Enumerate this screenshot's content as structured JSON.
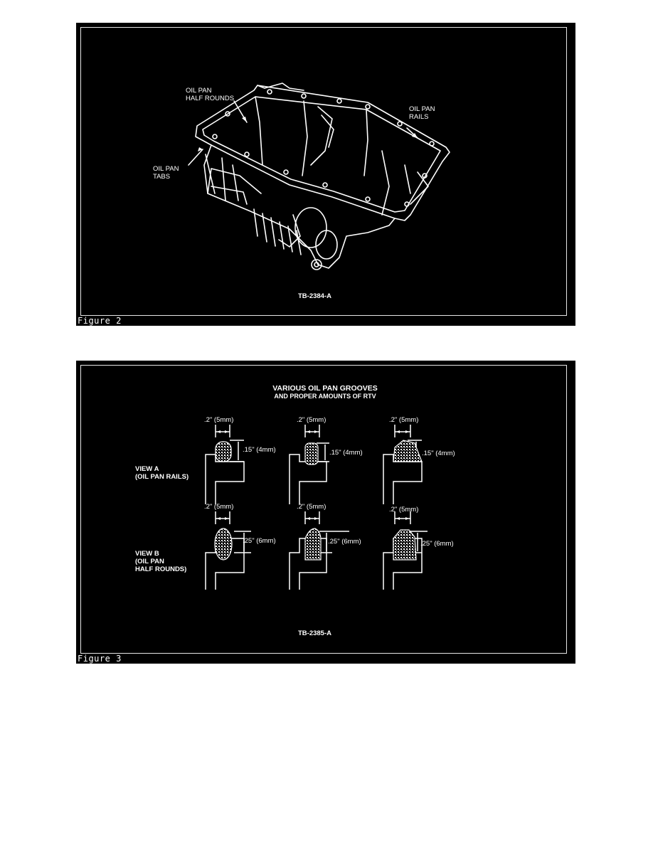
{
  "figure2": {
    "caption": "Figure 2",
    "labels": {
      "half_rounds": "OIL PAN\nHALF ROUNDS",
      "rails": "OIL PAN\nRAILS",
      "tabs": "OIL PAN\nTABS",
      "code": "TB-2384-A"
    }
  },
  "figure3": {
    "caption": "Figure 3",
    "title_line1": "VARIOUS OIL PAN GROOVES",
    "title_line2": "AND PROPER AMOUNTS OF RTV",
    "view_a": "VIEW A\n(OIL PAN RAILS)",
    "view_b": "VIEW B\n(OIL PAN\nHALF ROUNDS)",
    "code": "TB-2385-A",
    "row_a": [
      {
        "width": ".2\" (5mm)",
        "height": ".15\" (4mm)"
      },
      {
        "width": ".2\" (5mm)",
        "height": ".15\" (4mm)"
      },
      {
        "width": ".2\" (5mm)",
        "height": ".15\" (4mm)"
      }
    ],
    "row_b": [
      {
        "width": ".2\" (5mm)",
        "height": ".25\" (6mm)"
      },
      {
        "width": ".2\" (5mm)",
        "height": ".25\" (6mm)"
      },
      {
        "width": ".2\" (5mm)",
        "height": ".25\" (6mm)"
      }
    ]
  }
}
